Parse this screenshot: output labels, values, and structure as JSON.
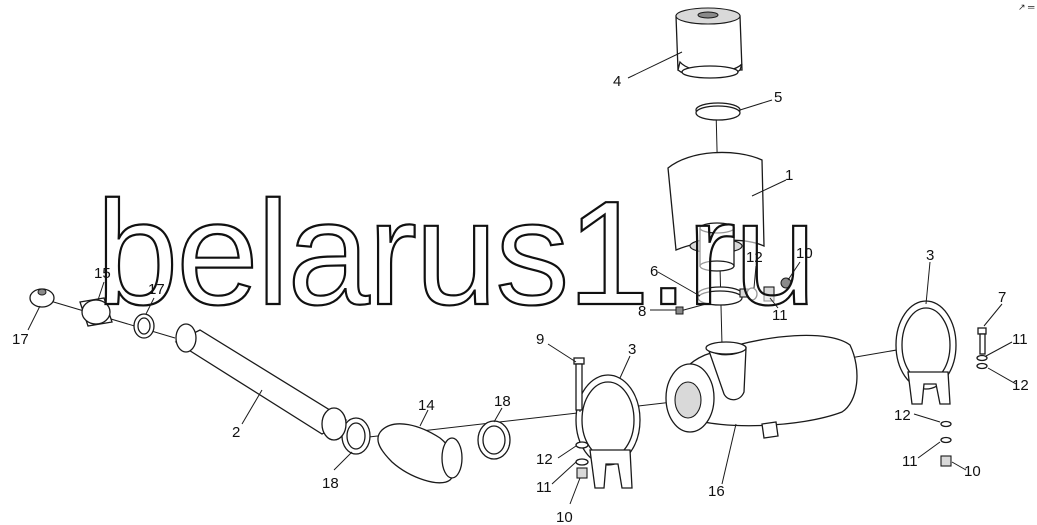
{
  "watermark": "belarus1.ru",
  "corner_mark": "↗ ═",
  "callouts": [
    {
      "id": "c1",
      "text": "1"
    },
    {
      "id": "c2",
      "text": "2"
    },
    {
      "id": "c3a",
      "text": "3"
    },
    {
      "id": "c3b",
      "text": "3"
    },
    {
      "id": "c4",
      "text": "4"
    },
    {
      "id": "c5",
      "text": "5"
    },
    {
      "id": "c6",
      "text": "6"
    },
    {
      "id": "c7",
      "text": "7"
    },
    {
      "id": "c8",
      "text": "8"
    },
    {
      "id": "c9",
      "text": "9"
    },
    {
      "id": "c10a",
      "text": "10"
    },
    {
      "id": "c10b",
      "text": "10"
    },
    {
      "id": "c10c",
      "text": "10"
    },
    {
      "id": "c11a",
      "text": "11"
    },
    {
      "id": "c11b",
      "text": "11"
    },
    {
      "id": "c11c",
      "text": "11"
    },
    {
      "id": "c11d",
      "text": "11"
    },
    {
      "id": "c12a",
      "text": "12"
    },
    {
      "id": "c12b",
      "text": "12"
    },
    {
      "id": "c12c",
      "text": "12"
    },
    {
      "id": "c12d",
      "text": "12"
    },
    {
      "id": "c14",
      "text": "14"
    },
    {
      "id": "c15",
      "text": "15"
    },
    {
      "id": "c16",
      "text": "16"
    },
    {
      "id": "c17a",
      "text": "17"
    },
    {
      "id": "c17b",
      "text": "17"
    },
    {
      "id": "c18a",
      "text": "18"
    },
    {
      "id": "c18b",
      "text": "18"
    }
  ]
}
